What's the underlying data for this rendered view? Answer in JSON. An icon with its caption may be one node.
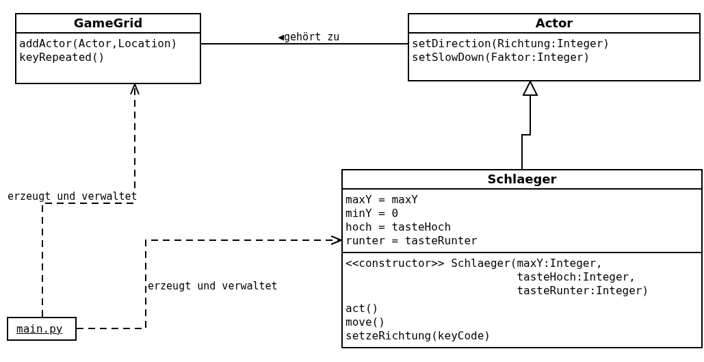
{
  "diagram": {
    "nodes": [
      {
        "text": [
          "GameGrid"
        ]
      },
      {
        "text": [
          "addActor(Actor,Location)",
          "keyRepeated()"
        ],
        "in": 0
      },
      {
        "text": [
          "Actor"
        ]
      },
      {
        "text": [
          "setDirection(Richtung:Integer)",
          "setSlowDown(Faktor:Integer)"
        ],
        "in": 2
      },
      {
        "text": [
          "Schlaeger"
        ]
      },
      {
        "text": [
          "maxY = maxY",
          "minY = 0",
          "hoch = tasteHoch",
          "runter = tasteRunter"
        ],
        "in": 4
      },
      {
        "text": [
          "<<constructor>> Schlaeger(maxY:Integer, tasteHoch:Integer, tasteRunter:Integer)",
          "act()",
          "move()",
          "setzeRichtung(keyCode)"
        ],
        "in": 4
      },
      {
        "text": [
          "main.py"
        ]
      }
    ],
    "edges": [
      {
        "from": 0,
        "to": 2,
        "arrow": "none",
        "label": "◀gehört zu"
      },
      {
        "from": 4,
        "to": 2,
        "arrow": "to"
      },
      {
        "from": 7,
        "to": 0,
        "arrow": "to",
        "style": "dashed",
        "label": "erzeugt und verwaltet"
      },
      {
        "from": 7,
        "to": 4,
        "arrow": "to",
        "style": "dashed",
        "label": "erzeugt und verwaltet"
      }
    ]
  }
}
